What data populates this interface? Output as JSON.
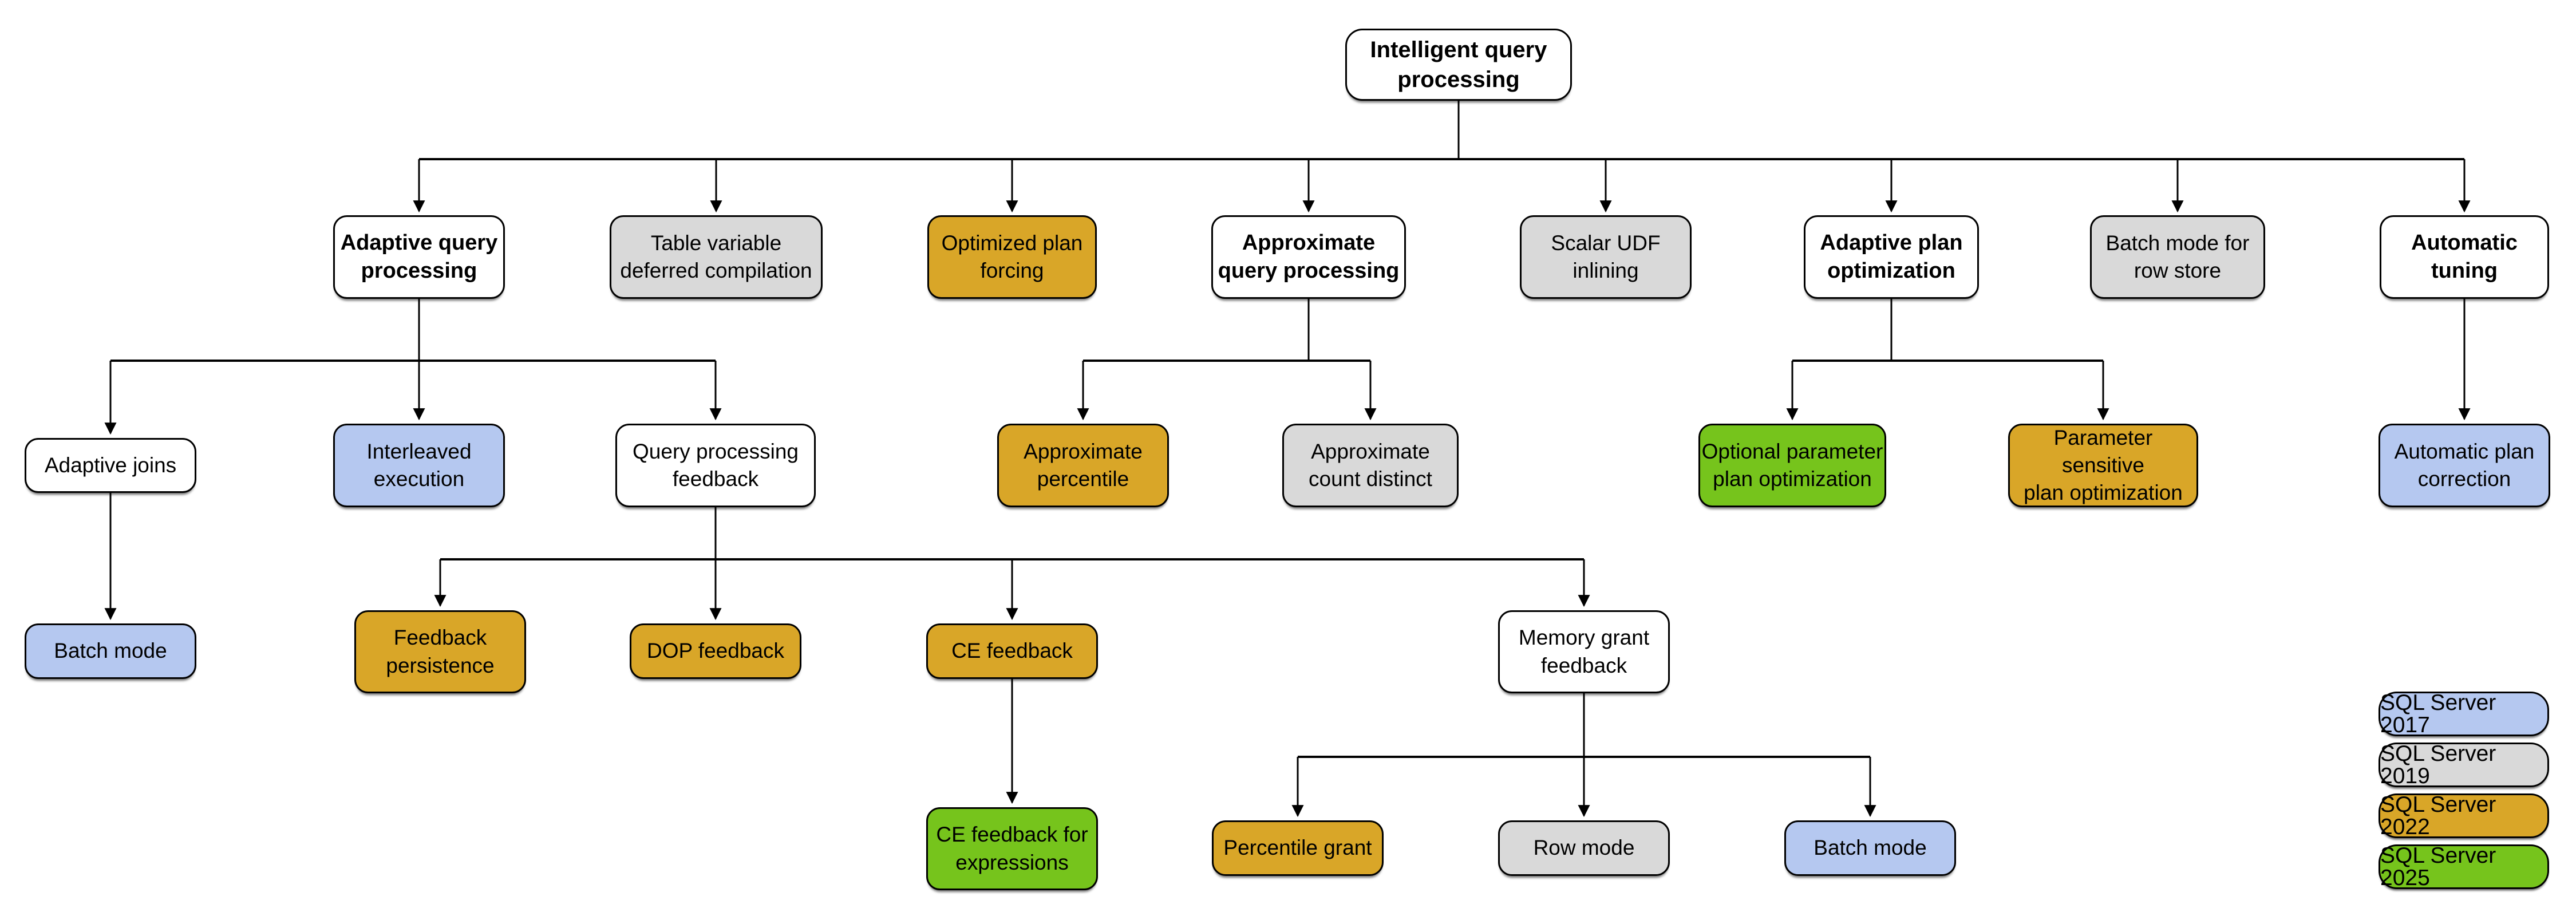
{
  "colors": {
    "parent": "#ffffff",
    "2017": "#b5c8f0",
    "2019": "#d9d9d9",
    "2022": "#d9a628",
    "2025": "#76c41c"
  },
  "legend": [
    {
      "label": "SQL Server 2017",
      "color": "#b5c8f0"
    },
    {
      "label": "SQL Server 2019",
      "color": "#d9d9d9"
    },
    {
      "label": "SQL Server 2022",
      "color": "#d9a628"
    },
    {
      "label": "SQL Server 2025",
      "color": "#76c41c"
    }
  ],
  "nodes": [
    {
      "id": "intelligent-query-processing",
      "label": "Intelligent query\nprocessing",
      "version": null
    },
    {
      "id": "adaptive-query-processing",
      "label": "Adaptive query\nprocessing",
      "version": null
    },
    {
      "id": "table-variable-deferred-compilation",
      "label": "Table variable\ndeferred compilation",
      "version": "2019"
    },
    {
      "id": "optimized-plan-forcing",
      "label": "Optimized plan\nforcing",
      "version": "2022"
    },
    {
      "id": "approximate-query-processing",
      "label": "Approximate\nquery processing",
      "version": null
    },
    {
      "id": "scalar-udf-inlining",
      "label": "Scalar UDF\ninlining",
      "version": "2019"
    },
    {
      "id": "adaptive-plan-optimization",
      "label": "Adaptive plan\noptimization",
      "version": null
    },
    {
      "id": "batch-mode-for-row-store",
      "label": "Batch mode for\nrow store",
      "version": "2019"
    },
    {
      "id": "automatic-tuning",
      "label": "Automatic\ntuning",
      "version": null
    },
    {
      "id": "adaptive-joins",
      "label": "Adaptive joins",
      "version": null
    },
    {
      "id": "interleaved-execution",
      "label": "Interleaved\nexecution",
      "version": "2017"
    },
    {
      "id": "query-processing-feedback",
      "label": "Query processing\nfeedback",
      "version": null
    },
    {
      "id": "approximate-percentile",
      "label": "Approximate\npercentile",
      "version": "2022"
    },
    {
      "id": "approximate-count-distinct",
      "label": "Approximate\ncount distinct",
      "version": "2019"
    },
    {
      "id": "optional-parameter-plan-optimization",
      "label": "Optional parameter\nplan optimization",
      "version": "2025"
    },
    {
      "id": "parameter-sensitive-plan-optimization",
      "label": "Parameter sensitive\nplan optimization",
      "version": "2022"
    },
    {
      "id": "automatic-plan-correction",
      "label": "Automatic plan\ncorrection",
      "version": "2017"
    },
    {
      "id": "batch-mode-adaptive-joins",
      "label": "Batch mode",
      "version": "2017"
    },
    {
      "id": "feedback-persistence",
      "label": "Feedback\npersistence",
      "version": "2022"
    },
    {
      "id": "dop-feedback",
      "label": "DOP feedback",
      "version": "2022"
    },
    {
      "id": "ce-feedback",
      "label": "CE feedback",
      "version": "2022"
    },
    {
      "id": "memory-grant-feedback",
      "label": "Memory grant\nfeedback",
      "version": null
    },
    {
      "id": "ce-feedback-for-expressions",
      "label": "CE feedback for\nexpressions",
      "version": "2025"
    },
    {
      "id": "percentile-grant",
      "label": "Percentile grant",
      "version": "2022"
    },
    {
      "id": "row-mode",
      "label": "Row mode",
      "version": "2019"
    },
    {
      "id": "batch-mode-memory-grant",
      "label": "Batch mode",
      "version": "2017"
    }
  ],
  "edges": [
    {
      "from": "intelligent-query-processing",
      "to": "adaptive-query-processing"
    },
    {
      "from": "intelligent-query-processing",
      "to": "table-variable-deferred-compilation"
    },
    {
      "from": "intelligent-query-processing",
      "to": "optimized-plan-forcing"
    },
    {
      "from": "intelligent-query-processing",
      "to": "approximate-query-processing"
    },
    {
      "from": "intelligent-query-processing",
      "to": "scalar-udf-inlining"
    },
    {
      "from": "intelligent-query-processing",
      "to": "adaptive-plan-optimization"
    },
    {
      "from": "intelligent-query-processing",
      "to": "batch-mode-for-row-store"
    },
    {
      "from": "intelligent-query-processing",
      "to": "automatic-tuning"
    },
    {
      "from": "adaptive-query-processing",
      "to": "adaptive-joins"
    },
    {
      "from": "adaptive-query-processing",
      "to": "interleaved-execution"
    },
    {
      "from": "adaptive-query-processing",
      "to": "query-processing-feedback"
    },
    {
      "from": "approximate-query-processing",
      "to": "approximate-percentile"
    },
    {
      "from": "approximate-query-processing",
      "to": "approximate-count-distinct"
    },
    {
      "from": "adaptive-plan-optimization",
      "to": "optional-parameter-plan-optimization"
    },
    {
      "from": "adaptive-plan-optimization",
      "to": "parameter-sensitive-plan-optimization"
    },
    {
      "from": "automatic-tuning",
      "to": "automatic-plan-correction"
    },
    {
      "from": "adaptive-joins",
      "to": "batch-mode-adaptive-joins"
    },
    {
      "from": "query-processing-feedback",
      "to": "feedback-persistence"
    },
    {
      "from": "query-processing-feedback",
      "to": "dop-feedback"
    },
    {
      "from": "query-processing-feedback",
      "to": "ce-feedback"
    },
    {
      "from": "query-processing-feedback",
      "to": "memory-grant-feedback"
    },
    {
      "from": "ce-feedback",
      "to": "ce-feedback-for-expressions"
    },
    {
      "from": "memory-grant-feedback",
      "to": "percentile-grant"
    },
    {
      "from": "memory-grant-feedback",
      "to": "row-mode"
    },
    {
      "from": "memory-grant-feedback",
      "to": "batch-mode-memory-grant"
    }
  ]
}
